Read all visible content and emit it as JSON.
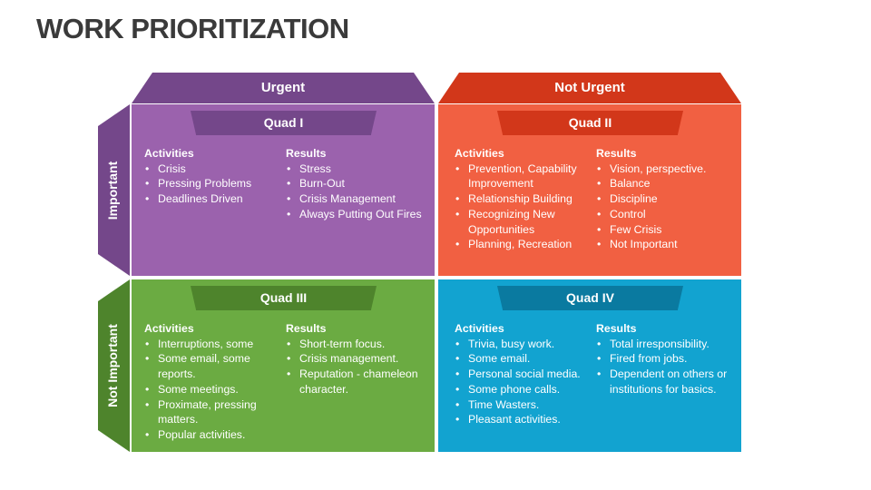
{
  "title": "WORK PRIORITIZATION",
  "headers": {
    "urgent": "Urgent",
    "not_urgent": "Not Urgent",
    "important": "Important",
    "not_important": "Not Important"
  },
  "colors": {
    "quad1": "#9b62ad",
    "quad1_dark": "#74478a",
    "quad2": "#f16042",
    "quad2_dark": "#d2371a",
    "quad3": "#6bab42",
    "quad3_dark": "#4e842c",
    "quad4": "#12a3d0",
    "quad4_dark": "#0a7aa0",
    "title": "#3a3a3a"
  },
  "quadrants": [
    {
      "label": "Quad I",
      "activities_heading": "Activities",
      "results_heading": "Results",
      "activities": [
        "Crisis",
        "Pressing Problems",
        "Deadlines Driven"
      ],
      "results": [
        "Stress",
        "Burn-Out",
        "Crisis Management",
        "Always Putting Out Fires"
      ]
    },
    {
      "label": "Quad II",
      "activities_heading": "Activities",
      "results_heading": "Results",
      "activities": [
        "Prevention, Capability Improvement",
        "Relationship Building",
        "Recognizing New Opportunities",
        "Planning, Recreation"
      ],
      "results": [
        "Vision, perspective.",
        "Balance",
        "Discipline",
        "Control",
        "Few Crisis",
        "Not Important"
      ]
    },
    {
      "label": "Quad III",
      "activities_heading": "Activities",
      "results_heading": "Results",
      "activities": [
        "Interruptions, some",
        "Some email, some reports.",
        "Some meetings.",
        "Proximate, pressing matters.",
        "Popular activities."
      ],
      "results": [
        "Short-term focus.",
        "Crisis management.",
        "Reputation - chameleon character."
      ]
    },
    {
      "label": "Quad IV",
      "activities_heading": "Activities",
      "results_heading": "Results",
      "activities": [
        "Trivia, busy work.",
        "Some email.",
        "Personal social media.",
        "Some phone calls.",
        "Time Wasters.",
        "Pleasant activities."
      ],
      "results": [
        "Total irresponsibility.",
        "Fired from jobs.",
        "Dependent on others or institutions for basics."
      ]
    }
  ]
}
